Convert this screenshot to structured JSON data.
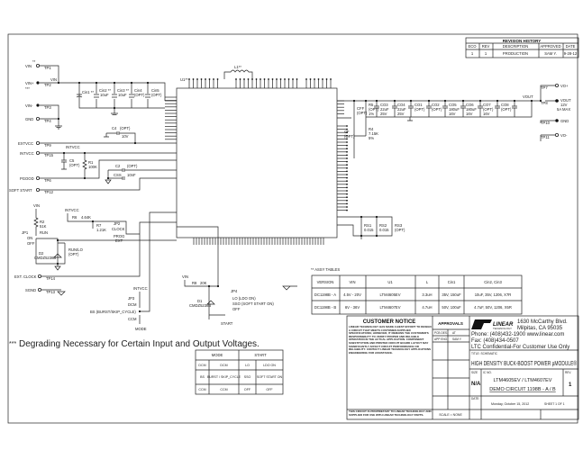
{
  "revision_history": {
    "title": "REVISION HISTORY",
    "headers": [
      "ECO",
      "REV",
      "DESCRIPTION",
      "APPROVED",
      "DATE"
    ],
    "row": [
      "1",
      "1",
      "PRODUCTION",
      "SAM Y.",
      "9-28-12"
    ]
  },
  "designators": {
    "u1": "U1**",
    "l1": "L1**"
  },
  "test_points_left": [
    {
      "net": "VIN",
      "tp": "TP1",
      "stars": "**"
    },
    {
      "net": "VIN+",
      "tp": "TP2",
      "stars": "***"
    },
    {
      "net": "VIN-",
      "tp": "TP3"
    },
    {
      "net": "GND",
      "tp": "TP4"
    },
    {
      "net": "EXTVCC",
      "tp": "TP9"
    },
    {
      "net": "INTVCC",
      "tp": "TP15"
    },
    {
      "net": "PGOOD",
      "tp": "TP6"
    },
    {
      "net": "SOFT START",
      "tp": "TP12"
    },
    {
      "net": "EXT. CLOCK",
      "tp": "TP14"
    },
    {
      "net": "SGND",
      "tp": "TP13"
    }
  ],
  "test_points_right": [
    {
      "net": "VO+",
      "tp": "TP7"
    },
    {
      "net": "VOUT",
      "tp": "TP8",
      "note1": "12V",
      "note2": "5A MAX"
    },
    {
      "net": "GND",
      "tp": "TP10"
    },
    {
      "net": "VO-",
      "tp": "TP11"
    }
  ],
  "input_caps": [
    {
      "ref": "Cin1 **",
      "val": ""
    },
    {
      "ref": "Cin2 **",
      "val": "10uF"
    },
    {
      "ref": "Cin3 **",
      "val": "10uF"
    },
    {
      "ref": "Cin4",
      "val": "(OPT)"
    },
    {
      "ref": "Cin5",
      "val": "(OPT)"
    }
  ],
  "net_labels": {
    "vin": "VIN",
    "intvcc": "INTVCC",
    "intvcc2": "INTVCC",
    "intvcc3": "INTVCC",
    "vin2": "VIN",
    "vin3": "VIN",
    "vout": "VOUT"
  },
  "left_parts": {
    "c4": "C4",
    "c4_val": "(OPT)",
    "c4_v": "10V",
    "c5": "C5",
    "c5_val": "(OPT)",
    "r1": "R1",
    "r1_val": "100K",
    "c2": "C2",
    "c2_val": "(OPT)",
    "css": "CSS",
    "css_val": "10nF",
    "r2": "R2",
    "r2_val": "51K",
    "run": "RUN",
    "jp1": "JP1",
    "on": "ON",
    "off": "OFF",
    "d2": "D2",
    "d2_val": "CMDZ5238B",
    "runlo": "RUN/LO",
    "runlo_val": "(OPT)",
    "r6": "R6",
    "r6_val": "4.64K",
    "r7": "R7",
    "r7_val": "1.21K",
    "jp2": "JP2",
    "clock": "CLOCK",
    "prog": "PROG",
    "ext": "EXT",
    "jp3": "JP3",
    "dcm": "DCM",
    "bs": "BS (BURST/SKIP_CYCLE)",
    "ccm": "CCM",
    "mode": "MODE",
    "r8": "R8",
    "r8_val": "20K",
    "d1": "D1",
    "d1_val": "CMDZ5238B",
    "jp4": "JP4",
    "lo": "LO (LDO ON)",
    "sso": "SSO (SOFT START ON)",
    "off4": "OFF",
    "start": "START"
  },
  "output_parts": [
    {
      "ref": "CFF",
      "val": "(OPT)"
    },
    {
      "ref": "R5",
      "val": "(OPT)",
      "v": "1%"
    },
    {
      "ref": "CO3",
      "val": "22uF",
      "v": "25V"
    },
    {
      "ref": "CO4",
      "val": "22uF",
      "v": "25V"
    },
    {
      "ref": "CO1",
      "val": "(OPT)"
    },
    {
      "ref": "CO2",
      "val": "(OPT)"
    },
    {
      "ref": "CO5",
      "val": "180uF",
      "v": "16V"
    },
    {
      "ref": "CO6",
      "val": "180uF",
      "v": "16V"
    },
    {
      "ref": "CO7",
      "val": "(OPT)",
      "v": "16V"
    },
    {
      "ref": "CO8",
      "val": "(OPT)"
    }
  ],
  "fb_parts": {
    "cf": "CF",
    "cf_val": "(OPT)",
    "r4": "R4",
    "r4_val": "7.15K",
    "r4_tol": "5%"
  },
  "sense_parts": [
    {
      "ref": "RS1",
      "val": "0.015"
    },
    {
      "ref": "RS2",
      "val": "0.015"
    },
    {
      "ref": "RS3",
      "val": "(OPT)"
    }
  ],
  "assy_table": {
    "title": "** ASSY TABLES",
    "headers": [
      "VERSION",
      "VIN",
      "U1",
      "L",
      "Cin1",
      "Cin2, Cin3"
    ],
    "rows": [
      [
        "DC1198B - A",
        "4.5V - 20V",
        "LTM4605EV",
        "3.3uH",
        "35V, 150uF",
        "10uF, 35V, 1206, X7R"
      ],
      [
        "DC1198B - B",
        "6V - 36V",
        "LTM4607EV",
        "4.7uH",
        "50V, 100uF",
        "4.7uF, 50V, 1206, X5R"
      ]
    ]
  },
  "mode_table": {
    "star": "*",
    "headers": [
      "MODE",
      "START"
    ],
    "rows": [
      [
        "DCM",
        "DCM",
        "LO",
        "LDO ON"
      ],
      [
        "BS",
        "BURST / SKIP_CYCLE",
        "SSO",
        "SOFT START ON"
      ],
      [
        "CCM",
        "CCM",
        "OFF",
        "OFF"
      ]
    ]
  },
  "footnote": {
    "stars": "***",
    "text": "Degrading Necessary for Certain Input and Output Voltages."
  },
  "title_block": {
    "notice_title": "CUSTOMER NOTICE",
    "notice_body": "LINEAR TECHNOLOGY HAS MADE A BEST EFFORT TO DESIGN A CIRCUIT THAT MEETS CUSTOMER-SUPPLIED SPECIFICATIONS; HOWEVER, IT REMAINS THE CUSTOMER'S RESPONSIBILITY TO VERIFY PROPER AND RELIABLE OPERATION IN THE ACTUAL APPLICATION. COMPONENT SUBSTITUTION AND PRINTED CIRCUIT BOARD LAYOUT MAY SIGNIFICANTLY AFFECT CIRCUIT PERFORMANCE OR RELIABILITY. CONTACT LINEAR TECHNOLOGY APPLICATIONS ENGINEERING FOR ASSISTANCE.",
    "notice_footer": "THIS CIRCUIT IS PROPRIETARY TO LINEAR TECHNOLOGY AND SUPPLIED FOR USE WITH LINEAR TECHNOLOGY PARTS.",
    "approvals": "APPROVALS",
    "pcb_des": "PCB DES.",
    "pcb_des_val": "AT",
    "app_eng": "APP ENG.",
    "app_eng_val": "SAM Y.",
    "scale": "SCALE = NONE",
    "logo": "LINEAR TECHNOLOGY",
    "address": [
      "1630 McCarthy Blvd.",
      "Milpitas, CA 95035",
      "Phone: (408)432-1900  www.linear.com",
      "Fax: (408)434-0507",
      "LTC Confidential-For Customer Use Only"
    ],
    "title_label": "TITLE: SCHEMATIC",
    "title": "HIGH DENSITY BUCK-BOOST POWER µMODULE®",
    "size_label": "SIZE",
    "size": "N/A",
    "icno_label": "IC NO.",
    "ic_no": "LTM4605EV / LTM4607EV",
    "demo": "DEMO CIRCUIT 1198B - A / B",
    "rev_label": "REV.",
    "rev": "1",
    "date_label": "DATE:",
    "date": "Monday, October 15, 2012",
    "sheet": "SHEET  1  OF  1"
  }
}
